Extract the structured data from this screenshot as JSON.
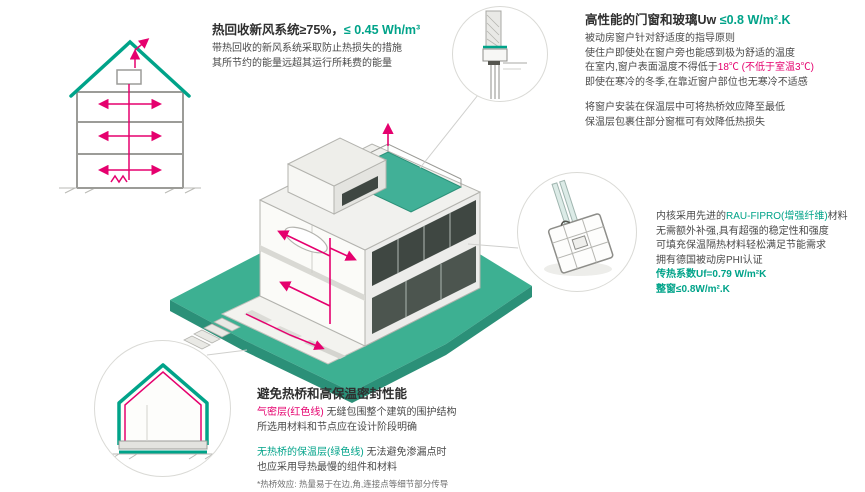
{
  "colors": {
    "accent_teal": "#00a389",
    "platform_teal": "#3db092",
    "highlight_magenta": "#e5006e",
    "text_dark": "#2f2f2f"
  },
  "ventilation": {
    "title_main": "热回收新风系统≥75%，",
    "title_value": "≤ 0.45 Wh/m³",
    "body1": "带热回收的新风系统采取防止热损失的措施",
    "body2": "其所节约的能量远超其运行所耗费的能量"
  },
  "windows": {
    "title_main": "高性能的门窗和玻璃Uw ",
    "title_value": "≤0.8 W/m².K",
    "line1": "被动房窗户针对舒适度的指导原则",
    "line2": "使住户即使处在窗户旁也能感到极为舒适的温度",
    "line3_pre": "在室内,窗户表面温度不得低于",
    "line3_red": "18℃ (不低于室温3℃)",
    "line4": "即使在寒冷的冬季,在靠近窗户部位也无寒冷不适感",
    "line5": "将窗户安装在保温层中可将热桥效应降至最低",
    "line6": "保温层包裹住部分窗框可有效降低热损失"
  },
  "profile": {
    "l1_pre": "内核采用先进的",
    "l1_green": "RAU-FIPRO(增强纤维)",
    "l1_post": "材料",
    "l2": "无需额外补强,具有超强的稳定性和强度",
    "l3": "可填充保温隔热材料轻松满足节能需求",
    "l4": "拥有德国被动房PHI认证",
    "l5": "传热系数Uf=0.79 W/m²K",
    "l6": "整窗≤0.8W/m².K"
  },
  "insulation": {
    "title": "避免热桥和高保温密封性能",
    "l1_red": "气密层(红色线)",
    "l1_rest": " 无缝包围整个建筑的围护结构",
    "l2": "所选用材料和节点应在设计阶段明确",
    "l3_green": "无热桥的保温层(绿色线)",
    "l3_rest": " 无法避免渗漏点时",
    "l4": "也应采用导热最慢的组件和材料",
    "note": "*热桥效应: 热量易于在边,角,连接点等细节部分传导"
  }
}
